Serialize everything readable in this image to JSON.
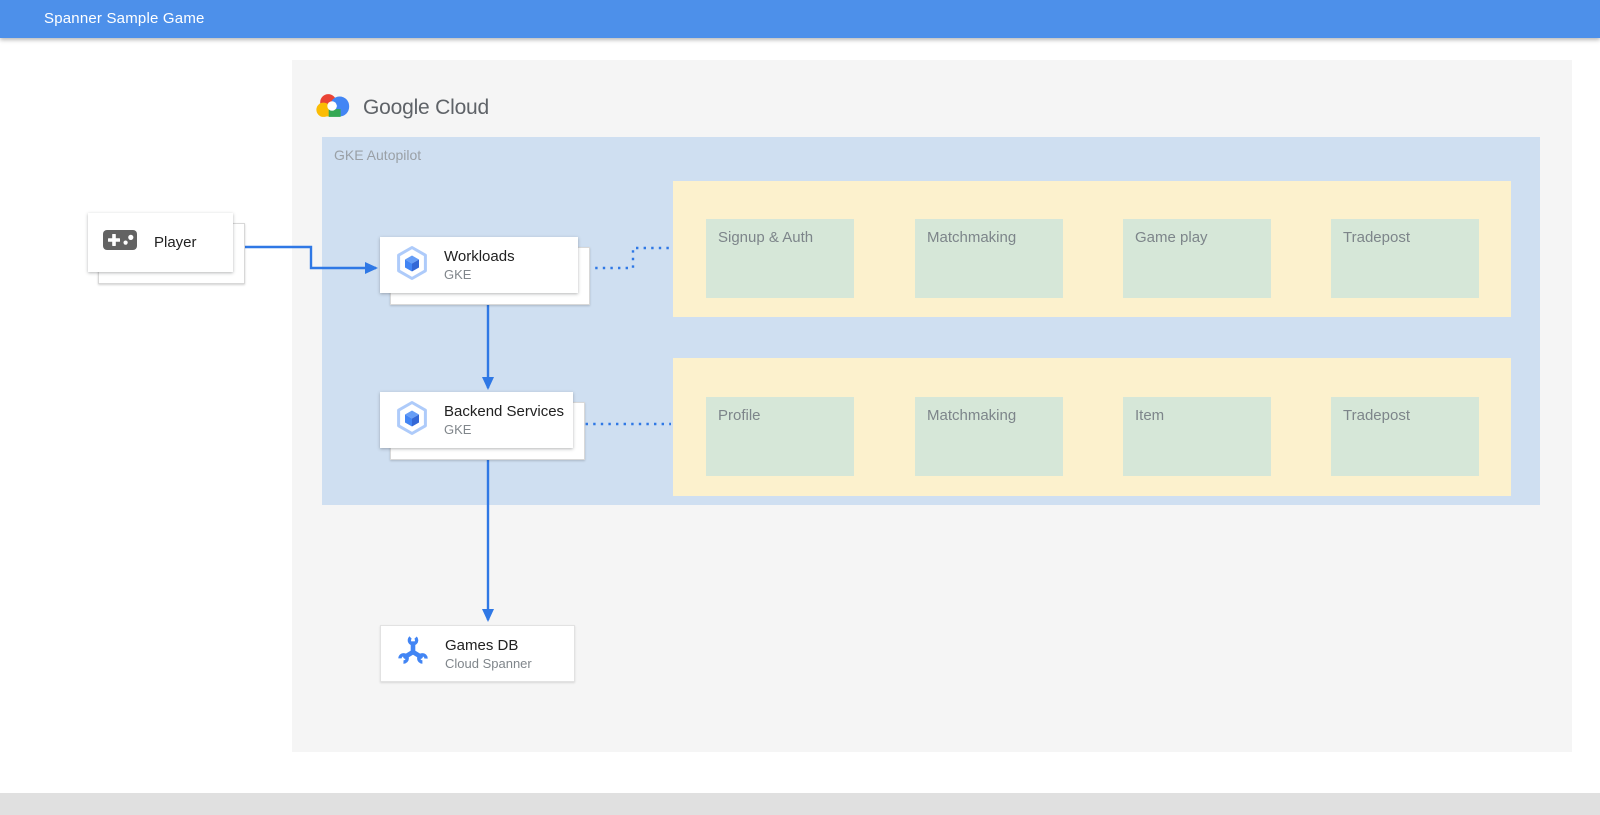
{
  "topbar": {
    "title": "Spanner Sample Game"
  },
  "logo": {
    "label": "Google Cloud"
  },
  "diagram": {
    "cluster_label": "GKE Autopilot",
    "player": {
      "label": "Player"
    },
    "nodes": {
      "workloads": {
        "title": "Workloads",
        "subtitle": "GKE"
      },
      "backend": {
        "title": "Backend Services",
        "subtitle": "GKE"
      },
      "gamesdb": {
        "title": "Games DB",
        "subtitle": "Cloud Spanner"
      }
    },
    "rows": [
      {
        "services": [
          "Signup & Auth",
          "Matchmaking",
          "Game play",
          "Tradepost"
        ]
      },
      {
        "services": [
          "Profile",
          "Matchmaking",
          "Item",
          "Tradepost"
        ]
      }
    ]
  },
  "icons": {
    "logo": "google-cloud-logo",
    "player": "gamepad-icon",
    "gke": "gke-hexagon-icon",
    "spanner": "cloud-spanner-icon"
  },
  "colors": {
    "topbar": "#4d90ea",
    "panel": "#f5f5f5",
    "cluster_bg": "#cfdff1",
    "row_bg": "#fcf1cd",
    "service_bg": "#d6e7d8",
    "arrow": "#2f78e5",
    "footer": "#e0e0e0"
  }
}
